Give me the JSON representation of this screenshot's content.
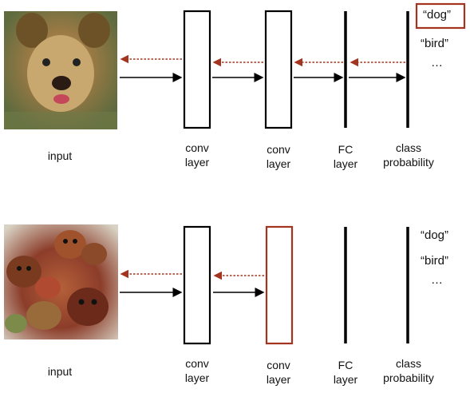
{
  "colors": {
    "accent": "#a3341f",
    "stroke": "#000000",
    "dotted_arrow": "#a3341f"
  },
  "top_row": {
    "input_label": "input",
    "conv1_label": "conv\nlayer",
    "conv2_label": "conv\nlayer",
    "fc_label": "FC\nlayer",
    "class_label": "class\nprobability",
    "classes": [
      "“dog”",
      "“bird”",
      "…"
    ],
    "highlighted_class": "“dog”",
    "image_icon": "dog-visualization-image"
  },
  "bottom_row": {
    "input_label": "input",
    "conv1_label": "conv\nlayer",
    "conv2_label": "conv\nlayer",
    "fc_label": "FC\nlayer",
    "class_label": "class\nprobability",
    "classes": [
      "“dog”",
      "“bird”",
      "…"
    ],
    "highlighted_layer": "conv2",
    "image_icon": "deep-dream-dog-image"
  }
}
